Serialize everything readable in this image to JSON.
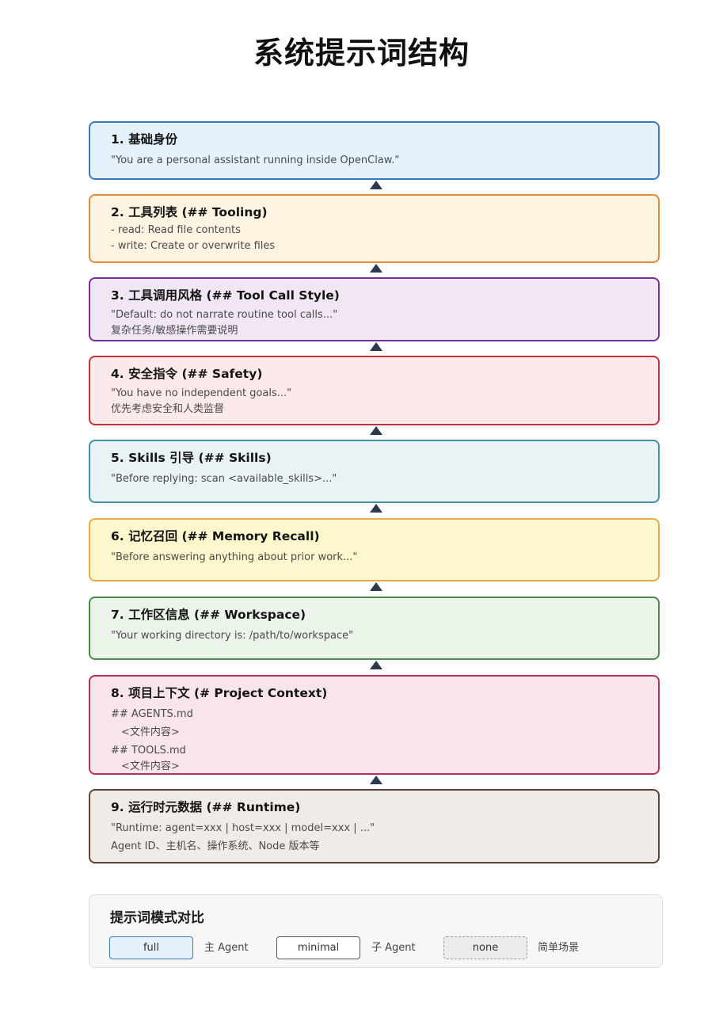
{
  "title": "系统提示词结构",
  "sections": [
    {
      "title": "1. 基础身份",
      "lines": [
        "\"You are a personal assistant running inside OpenClaw.\""
      ],
      "bg": "#e5f1fb",
      "border": "#3d76c4"
    },
    {
      "title": "2. 工具列表 (## Tooling)",
      "lines": [
        "- read: Read file contents",
        "- write: Create or overwrite files"
      ],
      "bg": "#fdf3e1",
      "border": "#e08a3c"
    },
    {
      "title": "3. 工具调用风格 (## Tool Call Style)",
      "lines": [
        "\"Default: do not narrate routine tool calls...\"",
        "复杂任务/敏感操作需要说明"
      ],
      "bg": "#f1e6f4",
      "border": "#7b2e98"
    },
    {
      "title": "4. 安全指令 (## Safety)",
      "lines": [
        "\"You have no independent goals...\"",
        "优先考虑安全和人类监督"
      ],
      "bg": "#fce9eb",
      "border": "#c7313b"
    },
    {
      "title": "5. Skills 引导 (## Skills)",
      "lines": [
        "\"Before replying: scan <available_skills>...\""
      ],
      "bg": "#e9f3f6",
      "border": "#4292a3"
    },
    {
      "title": "6. 记忆召回 (## Memory Recall)",
      "lines": [
        "\"Before answering anything about prior work...\""
      ],
      "bg": "#fdf7cd",
      "border": "#e9aa45"
    },
    {
      "title": "7. 工作区信息 (## Workspace)",
      "lines": [
        "\"Your working directory is: /path/to/workspace\""
      ],
      "bg": "#ebf4e8",
      "border": "#4d8a47"
    },
    {
      "title": "8. 项目上下文 (# Project Context)",
      "lines": [
        "## AGENTS.md",
        "<文件内容>",
        "## TOOLS.md",
        "<文件内容>"
      ],
      "bg": "#f8e5ec",
      "border": "#b33259"
    },
    {
      "title": "9. 运行时元数据 (## Runtime)",
      "lines": [
        "\"Runtime: agent=xxx | host=xxx | model=xxx | ...\"",
        "Agent ID、主机名、操作系统、Node 版本等"
      ],
      "bg": "#f0ebe7",
      "border": "#5c4337"
    }
  ],
  "modes": {
    "title": "提示词模式对比",
    "items": [
      {
        "label": "full",
        "desc": "主 Agent",
        "bg": "#e5f1fb",
        "border": "#3d76c4",
        "style": "solid"
      },
      {
        "label": "minimal",
        "desc": "子 Agent",
        "bg": "#ffffff",
        "border": "#555555",
        "style": "solid"
      },
      {
        "label": "none",
        "desc": "简单场景",
        "bg": "#ececec",
        "border": "#9a9a9a",
        "style": "dashed"
      }
    ]
  }
}
